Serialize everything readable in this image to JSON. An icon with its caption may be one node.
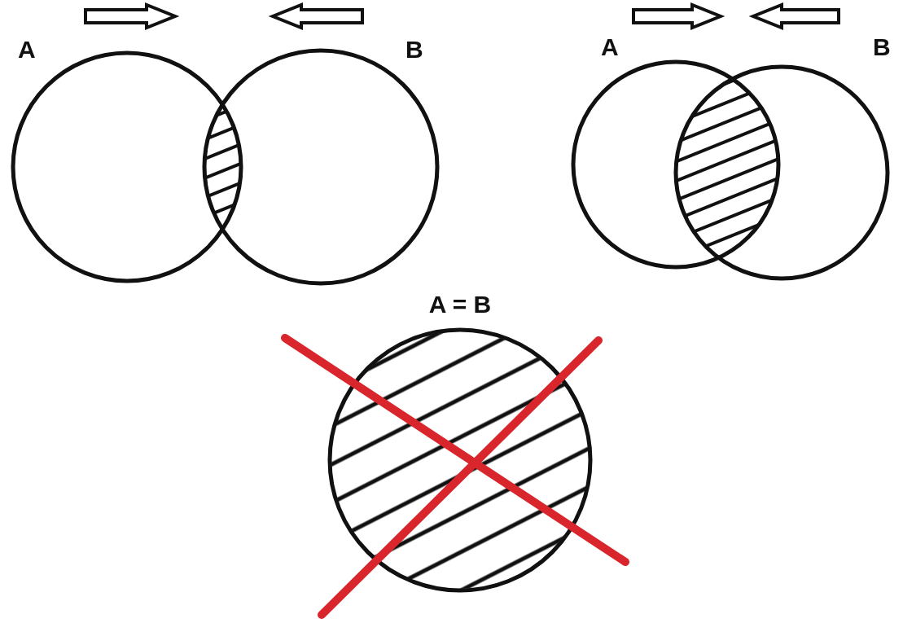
{
  "diagram": {
    "labels": [
      "A",
      "B",
      "A",
      "B",
      "A = B"
    ]
  }
}
